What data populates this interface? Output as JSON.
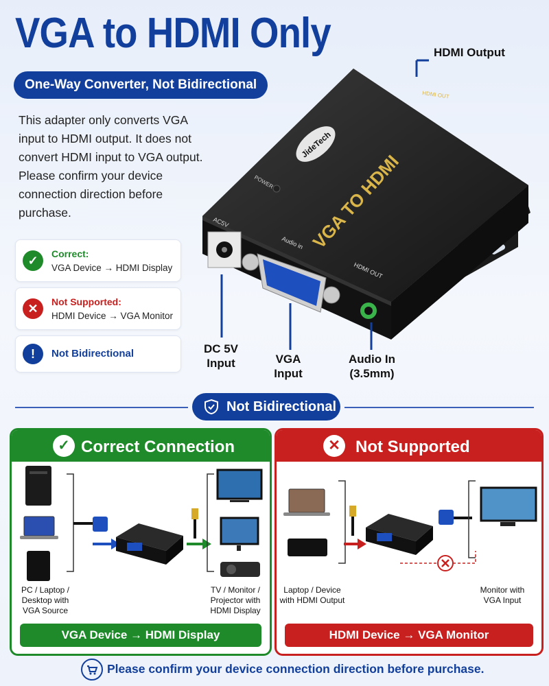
{
  "header": {
    "title": "VGA to HDMI Only",
    "subtitle": "One-Way Converter, Not Bidirectional",
    "description": "This adapter only converts VGA input to HDMI output. It does not convert HDMI input to VGA output. Please confirm your device connection direction before purchase."
  },
  "status_cards": [
    {
      "title": "Correct:",
      "detail": "VGA Device → HDMI Display",
      "color": "#1f8a2a",
      "icon": "check-icon"
    },
    {
      "title": "Not Supported:",
      "detail": "HDMI Device → VGA Monitor",
      "color": "#c8201e",
      "icon": "x-icon"
    },
    {
      "title": "Not Bidirectional",
      "detail": "",
      "color": "#123f9c",
      "icon": "exclamation-icon"
    }
  ],
  "device": {
    "brand": "JideTech",
    "body_text": "VGA TO HDMI",
    "top_port_label": "HDMI OUT",
    "power_label": "POWER",
    "ac_label": "AC5V",
    "audio_label": "Audio in",
    "hdmi_out_label": "HDMI OUT"
  },
  "callouts": {
    "hdmi_output": "HDMI Output",
    "dc": "DC 5V Input",
    "vga": "VGA Input",
    "audio": "Audio In (3.5mm)"
  },
  "divider": {
    "label": "Not Bidirectional",
    "icon": "shield-check-icon"
  },
  "correct_panel": {
    "title": "Correct Connection",
    "source_caption": "PC / Laptop / Desktop with VGA Source",
    "display_caption": "TV / Monitor / Projector with HDMI Display",
    "footer": "VGA Device → HDMI Display",
    "color": "#1f8a2a"
  },
  "unsupported_panel": {
    "title": "Not Supported",
    "source_caption": "Laptop / Device with HDMI Output",
    "display_caption": "Monitor with VGA Input",
    "footer": "HDMI Device → VGA Monitor",
    "color": "#c8201e"
  },
  "footer_note": {
    "text": "Please confirm your device connection direction before purchase.",
    "icon": "cart-icon"
  },
  "colors": {
    "brand_blue": "#123f9c",
    "green": "#1f8a2a",
    "red": "#c8201e",
    "gold_text": "#d9b54a"
  }
}
